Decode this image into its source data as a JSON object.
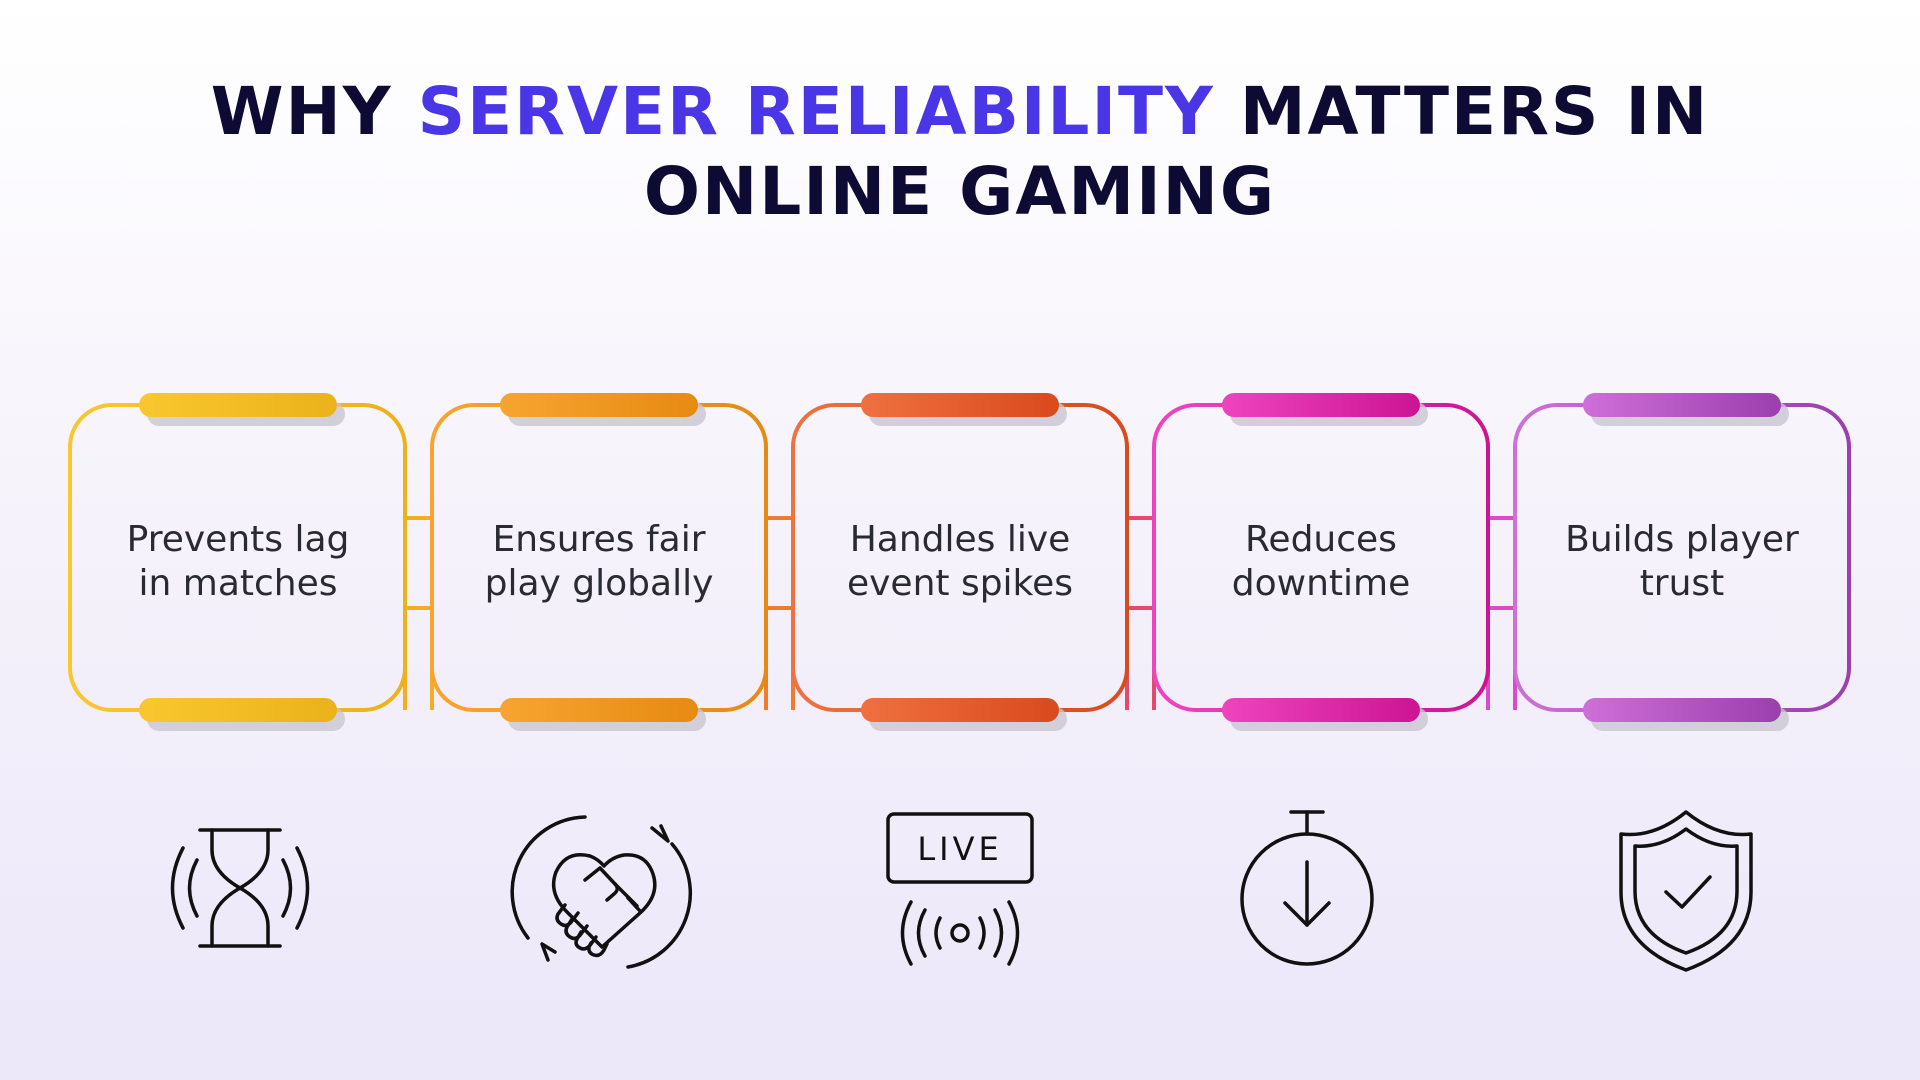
{
  "title": {
    "prefix": "WHY ",
    "highlight": "SERVER RELIABILITY",
    "suffix": " MATTERS IN",
    "line2": "ONLINE GAMING",
    "highlight_color": "#4a36e6",
    "text_color": "#0d0b33"
  },
  "cards": [
    {
      "line1": "Prevents lag",
      "line2": "in matches",
      "color_from": "#f9c72f",
      "color_to": "#ebb21a",
      "icon": "hourglass-icon"
    },
    {
      "line1": "Ensures fair",
      "line2": "play globally",
      "color_from": "#f7a530",
      "color_to": "#e68a12",
      "icon": "handshake-heart-icon"
    },
    {
      "line1": "Handles live",
      "line2": "event spikes",
      "color_from": "#ef7040",
      "color_to": "#d94a1e",
      "icon": "live-broadcast-icon"
    },
    {
      "line1": "Reduces",
      "line2": "downtime",
      "color_from": "#ee44c0",
      "color_to": "#cc1494",
      "icon": "stopwatch-down-icon"
    },
    {
      "line1": "Builds player",
      "line2": "trust",
      "color_from": "#cf6fd8",
      "color_to": "#9b3fae",
      "icon": "shield-check-icon"
    }
  ],
  "live_label": "LIVE"
}
